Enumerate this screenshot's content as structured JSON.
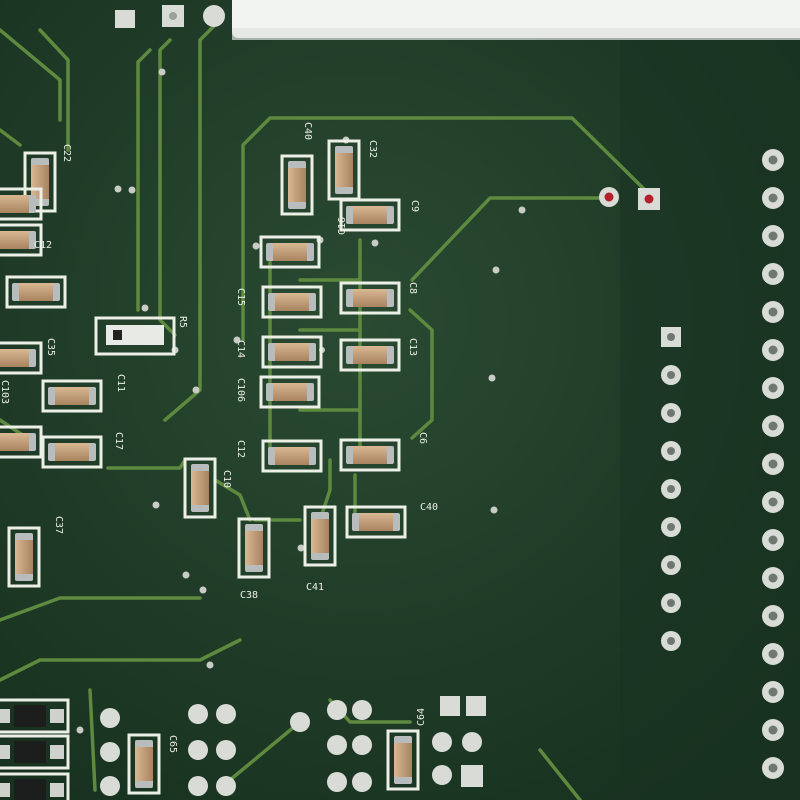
{
  "image": {
    "subject": "green printed circuit board close-up",
    "colors": {
      "board": "#22402b",
      "board_dark": "#183020",
      "trace": "#5d8a3f",
      "silkscreen": "#ecefe6",
      "cap_body": "#c9a37e",
      "cap_end": "#b9bcbc",
      "pad": "#d9dcd6",
      "sticker": "#f2f4f2",
      "red_pad": "#b3202c"
    }
  },
  "components": [
    {
      "ref": "C40",
      "label": "C40"
    },
    {
      "ref": "C32",
      "label": "C32"
    },
    {
      "ref": "C9",
      "label": "C9"
    },
    {
      "ref": "C16",
      "label": "C16"
    },
    {
      "ref": "C15",
      "label": "C15"
    },
    {
      "ref": "C8",
      "label": "C8"
    },
    {
      "ref": "C14",
      "label": "C14"
    },
    {
      "ref": "C13",
      "label": "C13"
    },
    {
      "ref": "C106",
      "label": "C106"
    },
    {
      "ref": "C12",
      "label": "C12"
    },
    {
      "ref": "C6",
      "label": "C6"
    },
    {
      "ref": "C10",
      "label": "C10"
    },
    {
      "ref": "C40b",
      "label": "C40"
    },
    {
      "ref": "C38",
      "label": "C38"
    },
    {
      "ref": "C41",
      "label": "C41"
    },
    {
      "ref": "C22",
      "label": "C22"
    },
    {
      "ref": "C12b",
      "label": "C12"
    },
    {
      "ref": "R5",
      "label": "R5"
    },
    {
      "ref": "C11",
      "label": "C11"
    },
    {
      "ref": "C35",
      "label": "C35"
    },
    {
      "ref": "C103",
      "label": "C103"
    },
    {
      "ref": "C17",
      "label": "C17"
    },
    {
      "ref": "C37",
      "label": "C37"
    },
    {
      "ref": "C64",
      "label": "C64"
    },
    {
      "ref": "C65",
      "label": "C65"
    }
  ]
}
